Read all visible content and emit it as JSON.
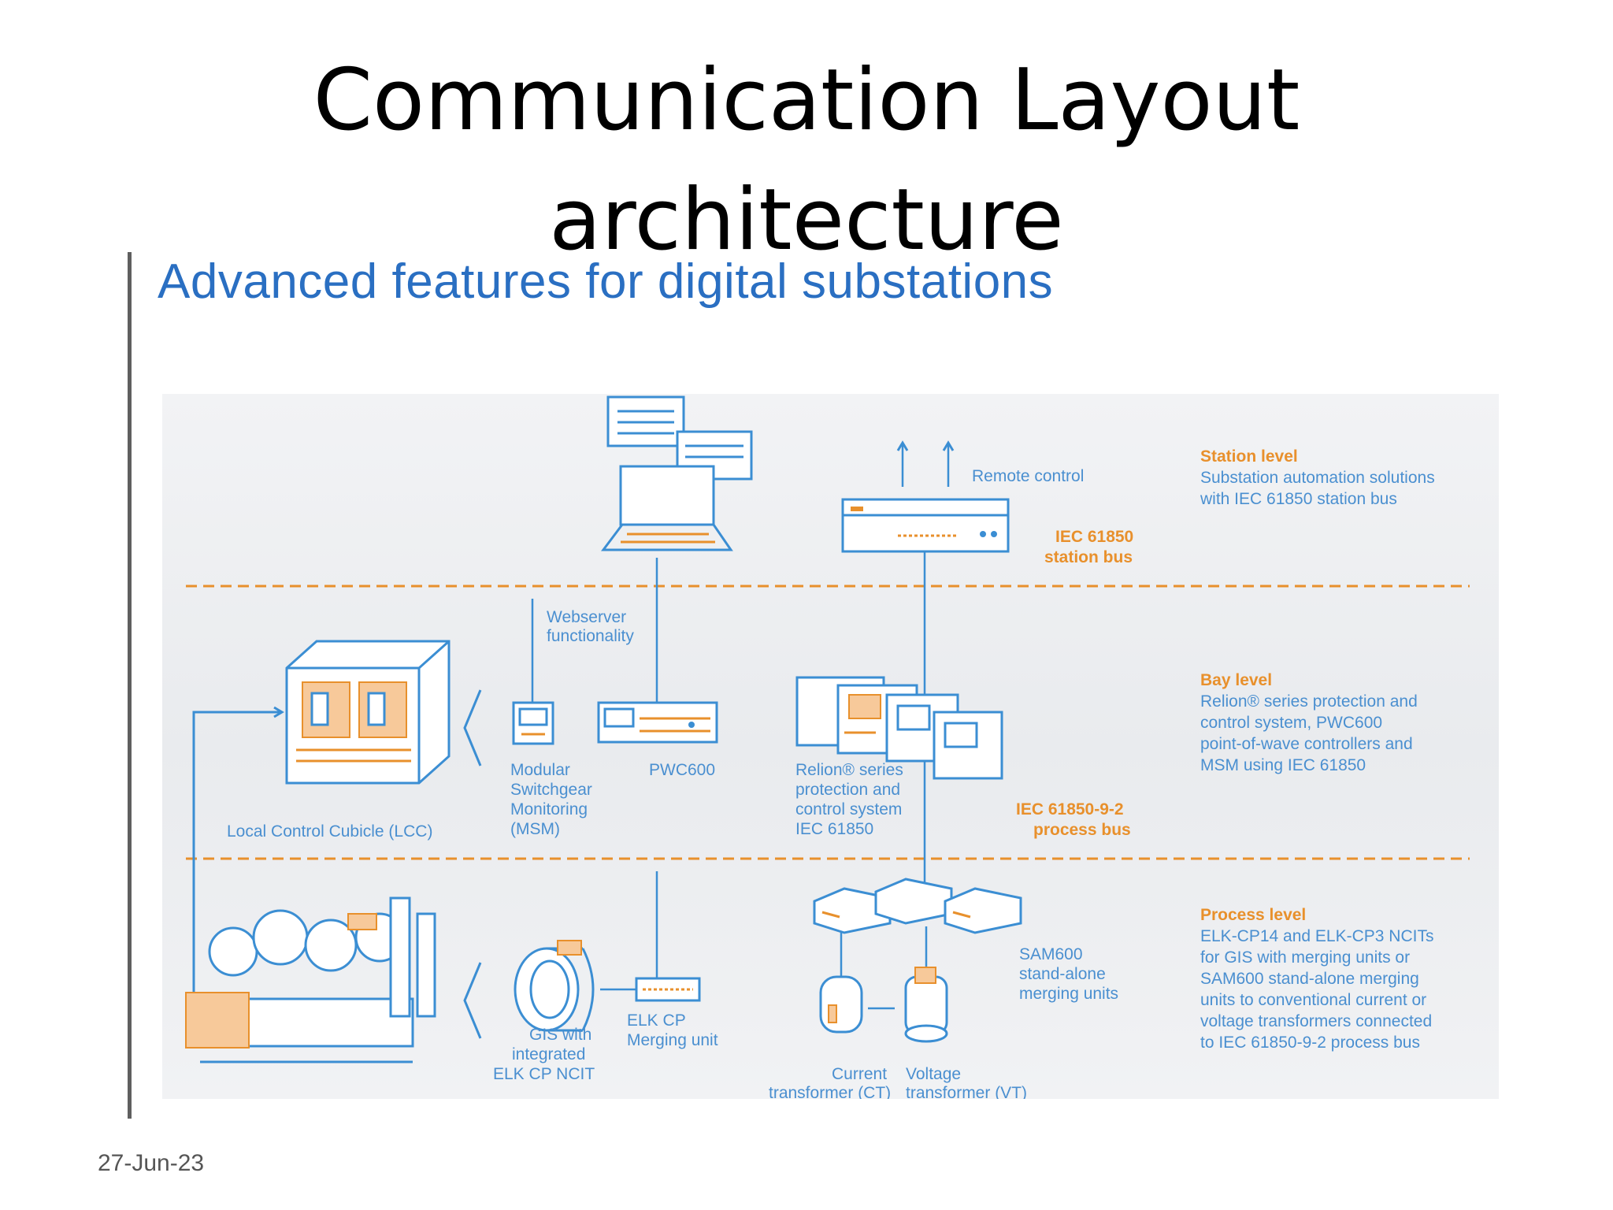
{
  "slide": {
    "title_line1": "Communication Layout",
    "title_line2": "architecture",
    "subheading": "Advanced features for digital substations",
    "footer_date": "27-Jun-23"
  },
  "diagram": {
    "remote_control": "Remote control",
    "station_bus": [
      "IEC 61850",
      "station bus"
    ],
    "webserver": [
      "Webserver",
      "functionality"
    ],
    "msm": [
      "Modular",
      "Switchgear",
      "Monitoring",
      "(MSM)"
    ],
    "pwc": "PWC600",
    "relion": [
      "Relion® series",
      "protection and",
      "control system",
      "IEC 61850"
    ],
    "process_bus": [
      "IEC 61850-9-2",
      "process bus"
    ],
    "lcc": "Local Control Cubicle (LCC)",
    "gis": [
      "GIS with",
      "integrated",
      "ELK CP NCIT"
    ],
    "elk_merging": [
      "ELK CP",
      "Merging unit"
    ],
    "ct": [
      "Current",
      "transformer (CT)"
    ],
    "vt": [
      "Voltage",
      "transformer (VT)"
    ],
    "sam600": [
      "SAM600",
      "stand-alone",
      "merging units"
    ],
    "levels": [
      {
        "title": "Station level",
        "desc": [
          "Substation automation solutions",
          "with IEC 61850 station bus"
        ]
      },
      {
        "title": "Bay level",
        "desc": [
          "Relion® series protection and",
          "control system, PWC600",
          "point-of-wave controllers and",
          "MSM using IEC 61850"
        ]
      },
      {
        "title": "Process level",
        "desc": [
          "ELK-CP14 and ELK-CP3 NCITs",
          "for GIS with merging units or",
          "SAM600 stand-alone merging",
          "units to conventional current or",
          "voltage transformers connected",
          "to IEC 61850-9-2 process bus"
        ]
      }
    ]
  },
  "colors": {
    "heading_blue": "#2a6fc2",
    "diagram_blue": "#3b8ed3",
    "accent_orange": "#e8902c"
  }
}
